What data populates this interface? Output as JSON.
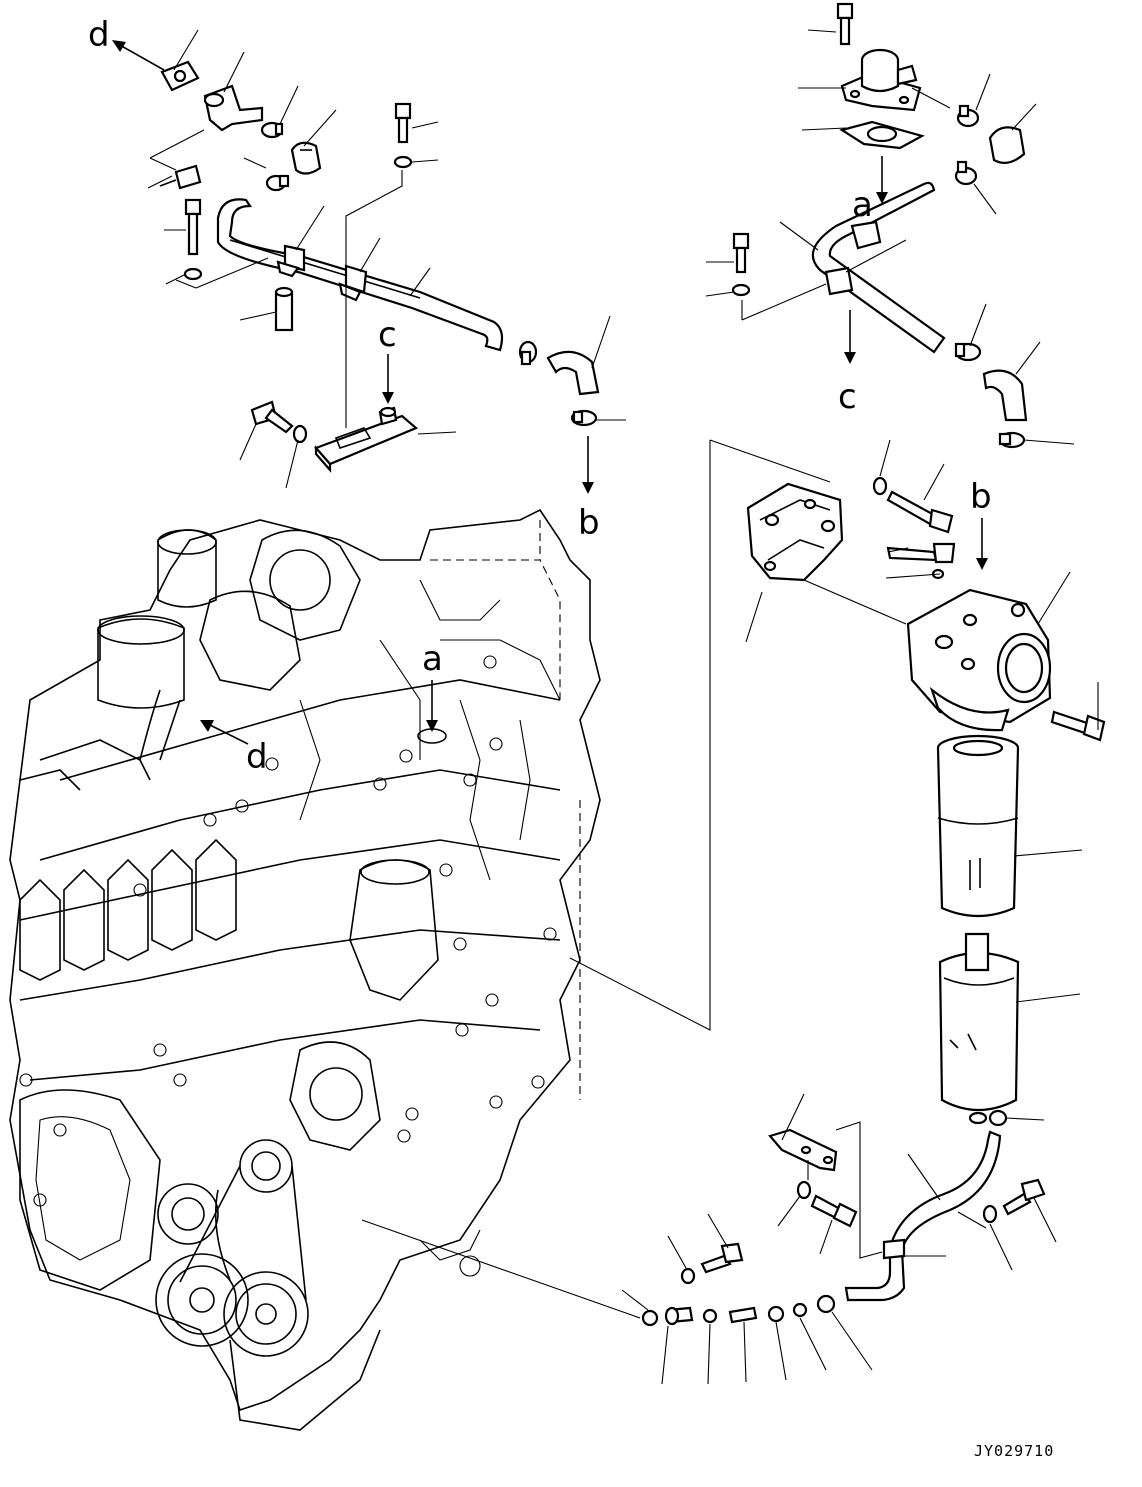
{
  "drawing_code": "JY029710",
  "callouts": {
    "a": "a",
    "b": "b",
    "c": "c",
    "d": "d"
  }
}
